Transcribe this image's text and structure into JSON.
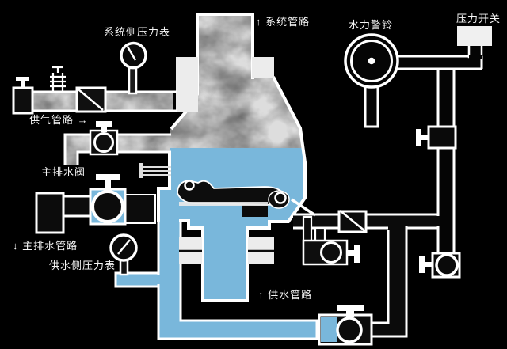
{
  "labels": {
    "system_gauge": "系统侧压力表",
    "system_pipe": "↑ 系统管路",
    "water_gong": "水力警铃",
    "pressure_switch": "压力开关",
    "air_supply": "供气管路 →",
    "main_drain_valve": "主排水阀",
    "main_drain_pipe": "↓ 主排水管路",
    "supply_gauge": "供水侧压力表",
    "supply_pipe": "↑ 供水管路"
  },
  "colors": {
    "background": "#000000",
    "line": "#ffffff",
    "water": "#79b7db",
    "air_smoke": "#8a8a8a",
    "component_fill": "#0b0b0b"
  },
  "components": [
    "system-riser",
    "system-side-pressure-gauge",
    "air-supply-line",
    "air-compressor",
    "pressure-maintenance-valve",
    "air-check-valve",
    "dry-pipe-valve-body",
    "clapper",
    "intermediate-drain-valve",
    "main-drain-valve",
    "supply-side-pressure-gauge",
    "supply-column",
    "alarm-line",
    "alarm-check-valve",
    "alarm-drain-valve",
    "alarm-test-valve",
    "water-motor-gong",
    "pressure-switch",
    "alarm-shutoff-valve",
    "drip-valve"
  ]
}
